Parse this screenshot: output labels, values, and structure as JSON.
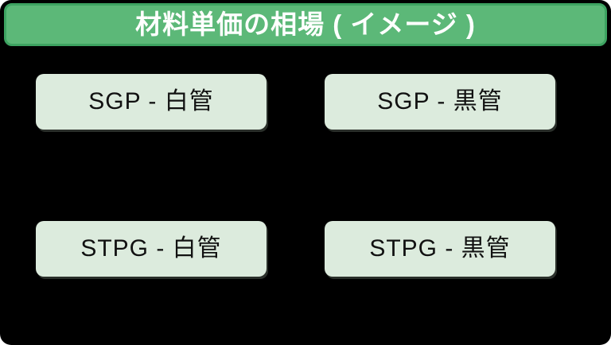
{
  "page": {
    "background_color": "#000000"
  },
  "header": {
    "title": "材料単価の相場 ( イメージ )",
    "fill_color": "#5cb878",
    "border_color": "#3da361",
    "text_color": "#ffffff"
  },
  "box_style": {
    "fill_color": "#dcebdd",
    "text_color": "#111111"
  },
  "boxes": [
    {
      "id": "sgp-white-pipe",
      "label": "SGP - 白管"
    },
    {
      "id": "sgp-black-pipe",
      "label": "SGP - 黒管"
    },
    {
      "id": "stpg-white-pipe",
      "label": "STPG - 白管"
    },
    {
      "id": "stpg-black-pipe",
      "label": "STPG - 黒管"
    }
  ]
}
